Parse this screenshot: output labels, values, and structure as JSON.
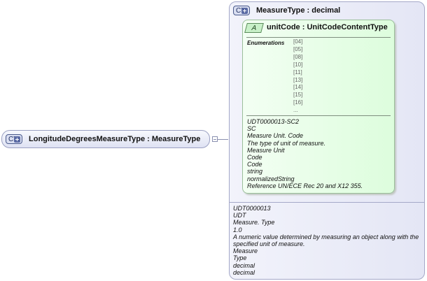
{
  "left_node": {
    "badge": "CT",
    "title": "LongitudeDegreesMeasureType",
    "type_label": " : MeasureType"
  },
  "complex_type": {
    "badge": "CT",
    "title": "MeasureType",
    "type_label": " : decimal",
    "annotation": {
      "id": "UDT0000013",
      "category": "UDT",
      "den": "Measure. Type",
      "version": "1.0",
      "definition": "A numeric value determined by measuring an object along with the specified unit of measure.",
      "object_class": "Measure",
      "property_term": "Type",
      "primitive": "decimal",
      "base": "decimal"
    }
  },
  "attribute": {
    "badge": "A",
    "title": "unitCode",
    "type_label": " : UnitCodeContentType",
    "enumerations_label": "Enumerations",
    "enumerations": [
      "[04]",
      "[05]",
      "[08]",
      "[10]",
      "[11]",
      "[13]",
      "[14]",
      "[15]",
      "[16]",
      "..."
    ],
    "annotation": [
      "UDT0000013-SC2",
      "SC",
      "Measure Unit. Code",
      "The type of unit of measure.",
      "Measure Unit",
      "Code",
      "Code",
      "string",
      "normalizedString",
      "Reference UN/ECE Rec 20 and X12 355."
    ]
  },
  "colors": {
    "complex_type_bg": "#e4e6f5",
    "attribute_bg": "#ddfddd",
    "border": "#a4a8c8"
  }
}
